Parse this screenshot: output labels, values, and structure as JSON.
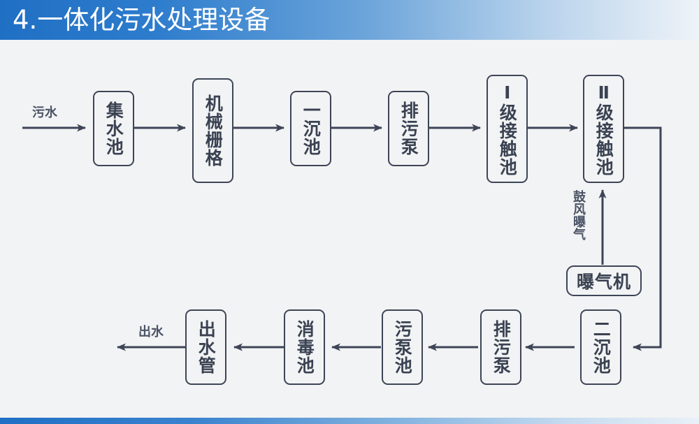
{
  "header": {
    "title": "4.一体化污水处理设备",
    "gradient_start": "#1f6fc4",
    "gradient_end": "#eef3f8"
  },
  "footer": {
    "gradient_start": "#1f6fc4",
    "gradient_end": "#e9f0f8"
  },
  "theme": {
    "background": "#f2f3f4",
    "line_color": "#3d4557",
    "text_color": "#3a4252"
  },
  "diagram": {
    "type": "process-flow",
    "inlet_label": "污水",
    "outlet_label": "出水",
    "aeration_label": "鼓风曝气",
    "top_row": [
      {
        "id": "collect-tank",
        "label": "集水池"
      },
      {
        "id": "mech-grille",
        "label": "机械栅格"
      },
      {
        "id": "primary-tank",
        "label": "一沉池"
      },
      {
        "id": "sewage-pump-1",
        "label": "排污泵"
      },
      {
        "id": "contact-tank-1",
        "label": "Ⅰ级接触池"
      },
      {
        "id": "contact-tank-2",
        "label": "Ⅱ级接触池"
      }
    ],
    "aerator": {
      "id": "aerator",
      "label": "曝气机"
    },
    "bottom_row": [
      {
        "id": "outlet-pipe",
        "label": "出水管"
      },
      {
        "id": "disinfect-tank",
        "label": "消毒池"
      },
      {
        "id": "sludge-pump-tank",
        "label": "污泵池"
      },
      {
        "id": "sewage-pump-2",
        "label": "排污泵"
      },
      {
        "id": "secondary-tank",
        "label": "二沉池"
      }
    ]
  }
}
